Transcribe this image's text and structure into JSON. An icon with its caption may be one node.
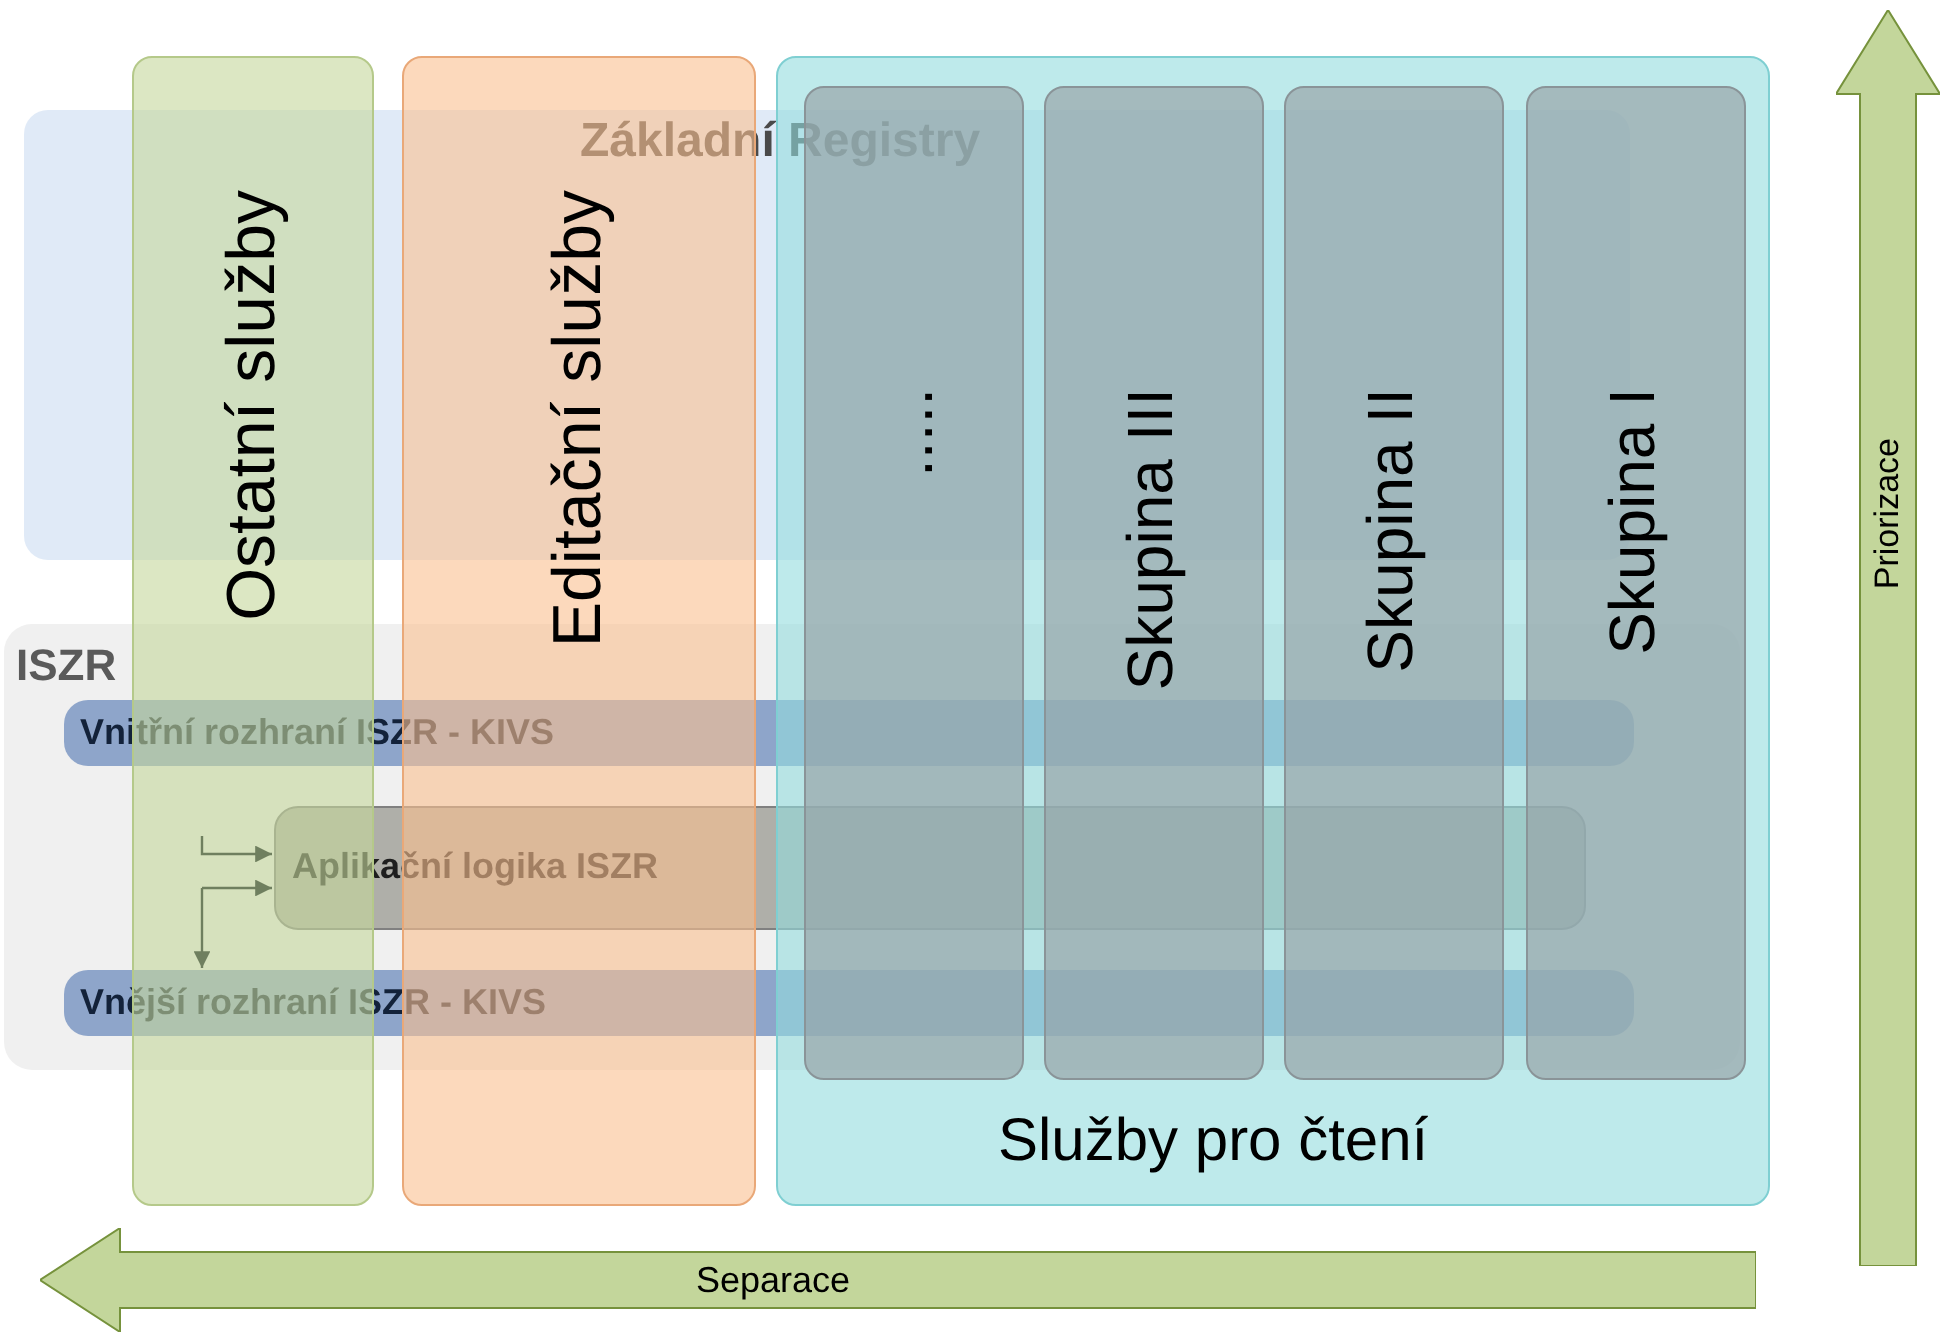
{
  "diagram": {
    "nodes": [
      {
        "text": [
          "Základní Registry"
        ]
      },
      {
        "text": [
          "Ostatní služby"
        ]
      },
      {
        "text": [
          "Editační služby"
        ]
      },
      {
        "text": [
          "Služby pro čtení"
        ]
      },
      {
        "text": [
          "....."
        ],
        "in": 3
      },
      {
        "text": [
          "Skupina III"
        ],
        "in": 3
      },
      {
        "text": [
          "Skupina II"
        ],
        "in": 3
      },
      {
        "text": [
          "Skupina I"
        ],
        "in": 3
      },
      {
        "text": [
          "ISZR"
        ]
      },
      {
        "text": [
          "Vnitřní rozhraní ISZR - KIVS"
        ],
        "in": 8
      },
      {
        "text": [
          "Aplikační logika ISZR"
        ],
        "in": 8
      },
      {
        "text": [
          "Vnější rozhraní ISZR - KIVS"
        ],
        "in": 8
      },
      {
        "text": [
          "Priorizace"
        ]
      },
      {
        "text": [
          "Separace"
        ]
      }
    ],
    "edges": [
      {
        "from": 1,
        "to": 10,
        "arrow": "to"
      },
      {
        "from": 1,
        "to": 10,
        "arrow": "to"
      },
      {
        "from": 1,
        "to": 11,
        "arrow": "to"
      }
    ]
  }
}
